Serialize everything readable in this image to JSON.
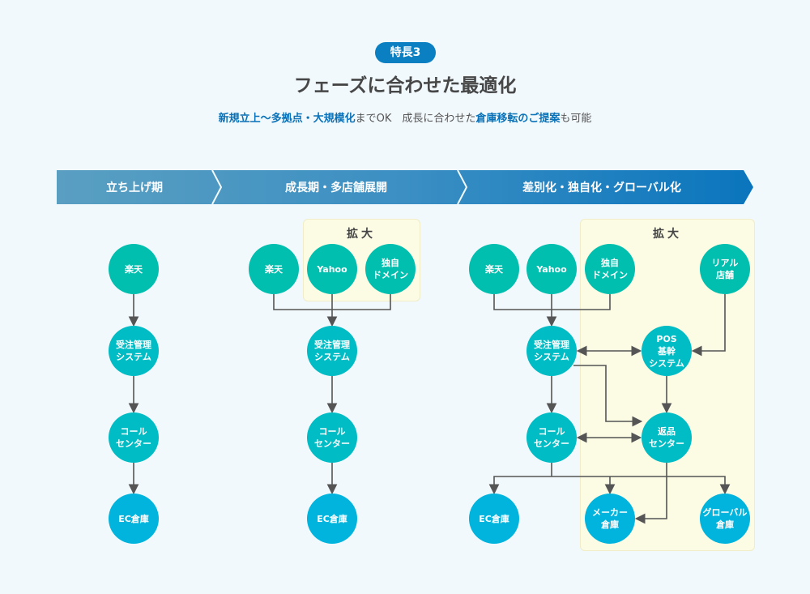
{
  "badge": "特長3",
  "title": "フェーズに合わせた最適化",
  "subtitle": {
    "p1": "新規立上～多拠点・大規模化",
    "p2": "までOK　成長に合わせた",
    "p3": "倉庫移転のご提案",
    "p4": "も可能"
  },
  "phases": [
    "立ち上げ期",
    "成長期・多店舗展開",
    "差別化・独自化・グローバル化"
  ],
  "expand_label": "拡大",
  "nodes": {
    "rakuten": "楽天",
    "yahoo": "Yahoo",
    "own_domain": "独自\nドメイン",
    "real_store": "リアル\n店舗",
    "order_mgmt": "受注管理\nシステム",
    "pos": "POS\n基幹\nシステム",
    "call_center": "コール\nセンター",
    "return_center": "返品\nセンター",
    "ec_warehouse": "EC倉庫",
    "maker_warehouse": "メーカー\n倉庫",
    "global_warehouse": "グローバル\n倉庫"
  },
  "colors": {
    "top": "#00bfae",
    "mid": "#00bcc4",
    "bottom": "#00b4dd",
    "accent": "#0a7fc1"
  }
}
